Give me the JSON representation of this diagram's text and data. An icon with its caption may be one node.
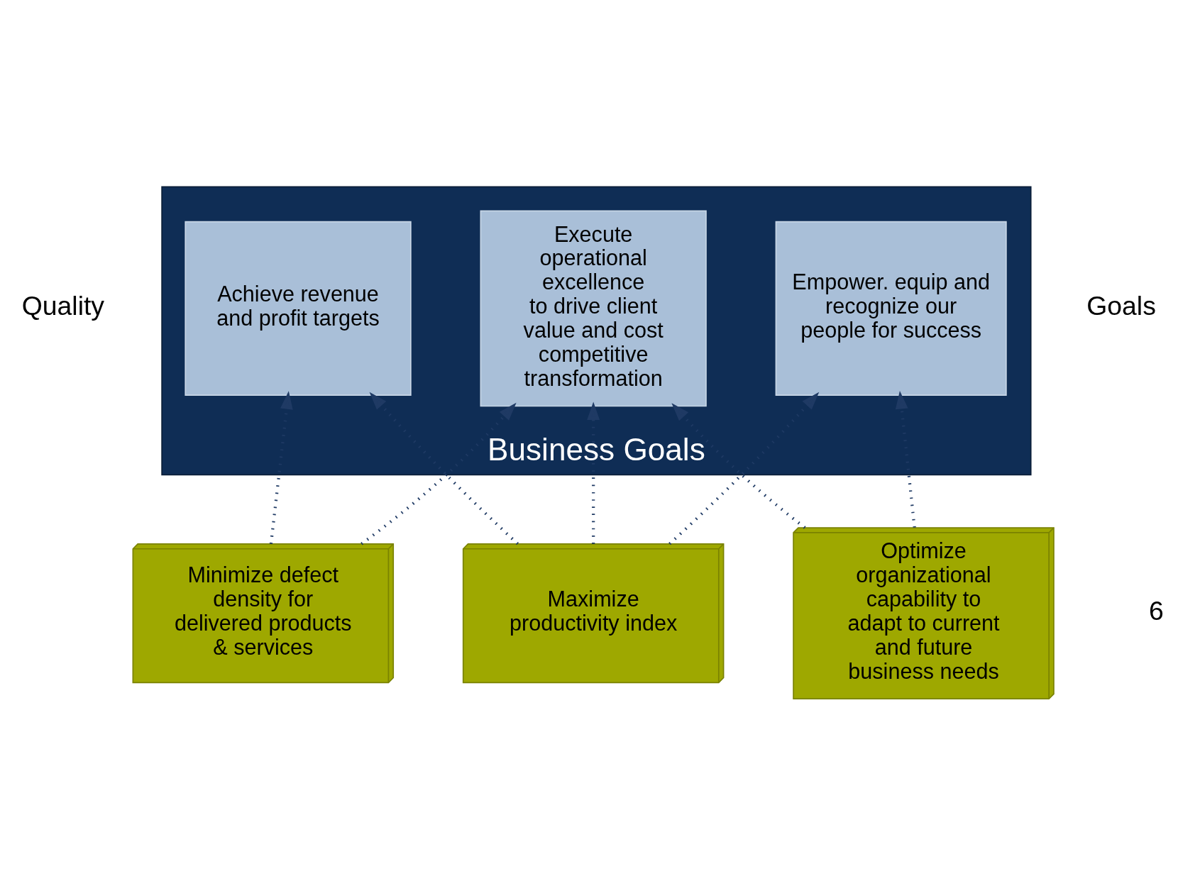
{
  "diagram": {
    "nodes": [
      {
        "text": [
          "Business Goals"
        ]
      },
      {
        "text": [
          "Achieve revenue and profit targets"
        ],
        "in": 0
      },
      {
        "text": [
          "Execute operational excellence",
          "to drive client value and cost competitive transformation"
        ],
        "in": 0
      },
      {
        "text": [
          "Empower. equip and recognize our people for success"
        ],
        "in": 0
      },
      {
        "text": [
          "Minimize defect density for delivered products & services"
        ]
      },
      {
        "text": [
          "Maximize productivity index"
        ]
      },
      {
        "text": [
          "Optimize organizational capability to adapt to current and future business needs"
        ]
      }
    ],
    "edges": [
      {
        "from": 4,
        "to": 1,
        "arrow": "to"
      },
      {
        "from": 4,
        "to": 2,
        "arrow": "to"
      },
      {
        "from": 5,
        "to": 1,
        "arrow": "to"
      },
      {
        "from": 5,
        "to": 2,
        "arrow": "to"
      },
      {
        "from": 5,
        "to": 3,
        "arrow": "to"
      },
      {
        "from": 6,
        "to": 2,
        "arrow": "to"
      },
      {
        "from": 6,
        "to": 3,
        "arrow": "to"
      }
    ],
    "labels": [
      "Quality",
      "Goals",
      "6"
    ]
  }
}
